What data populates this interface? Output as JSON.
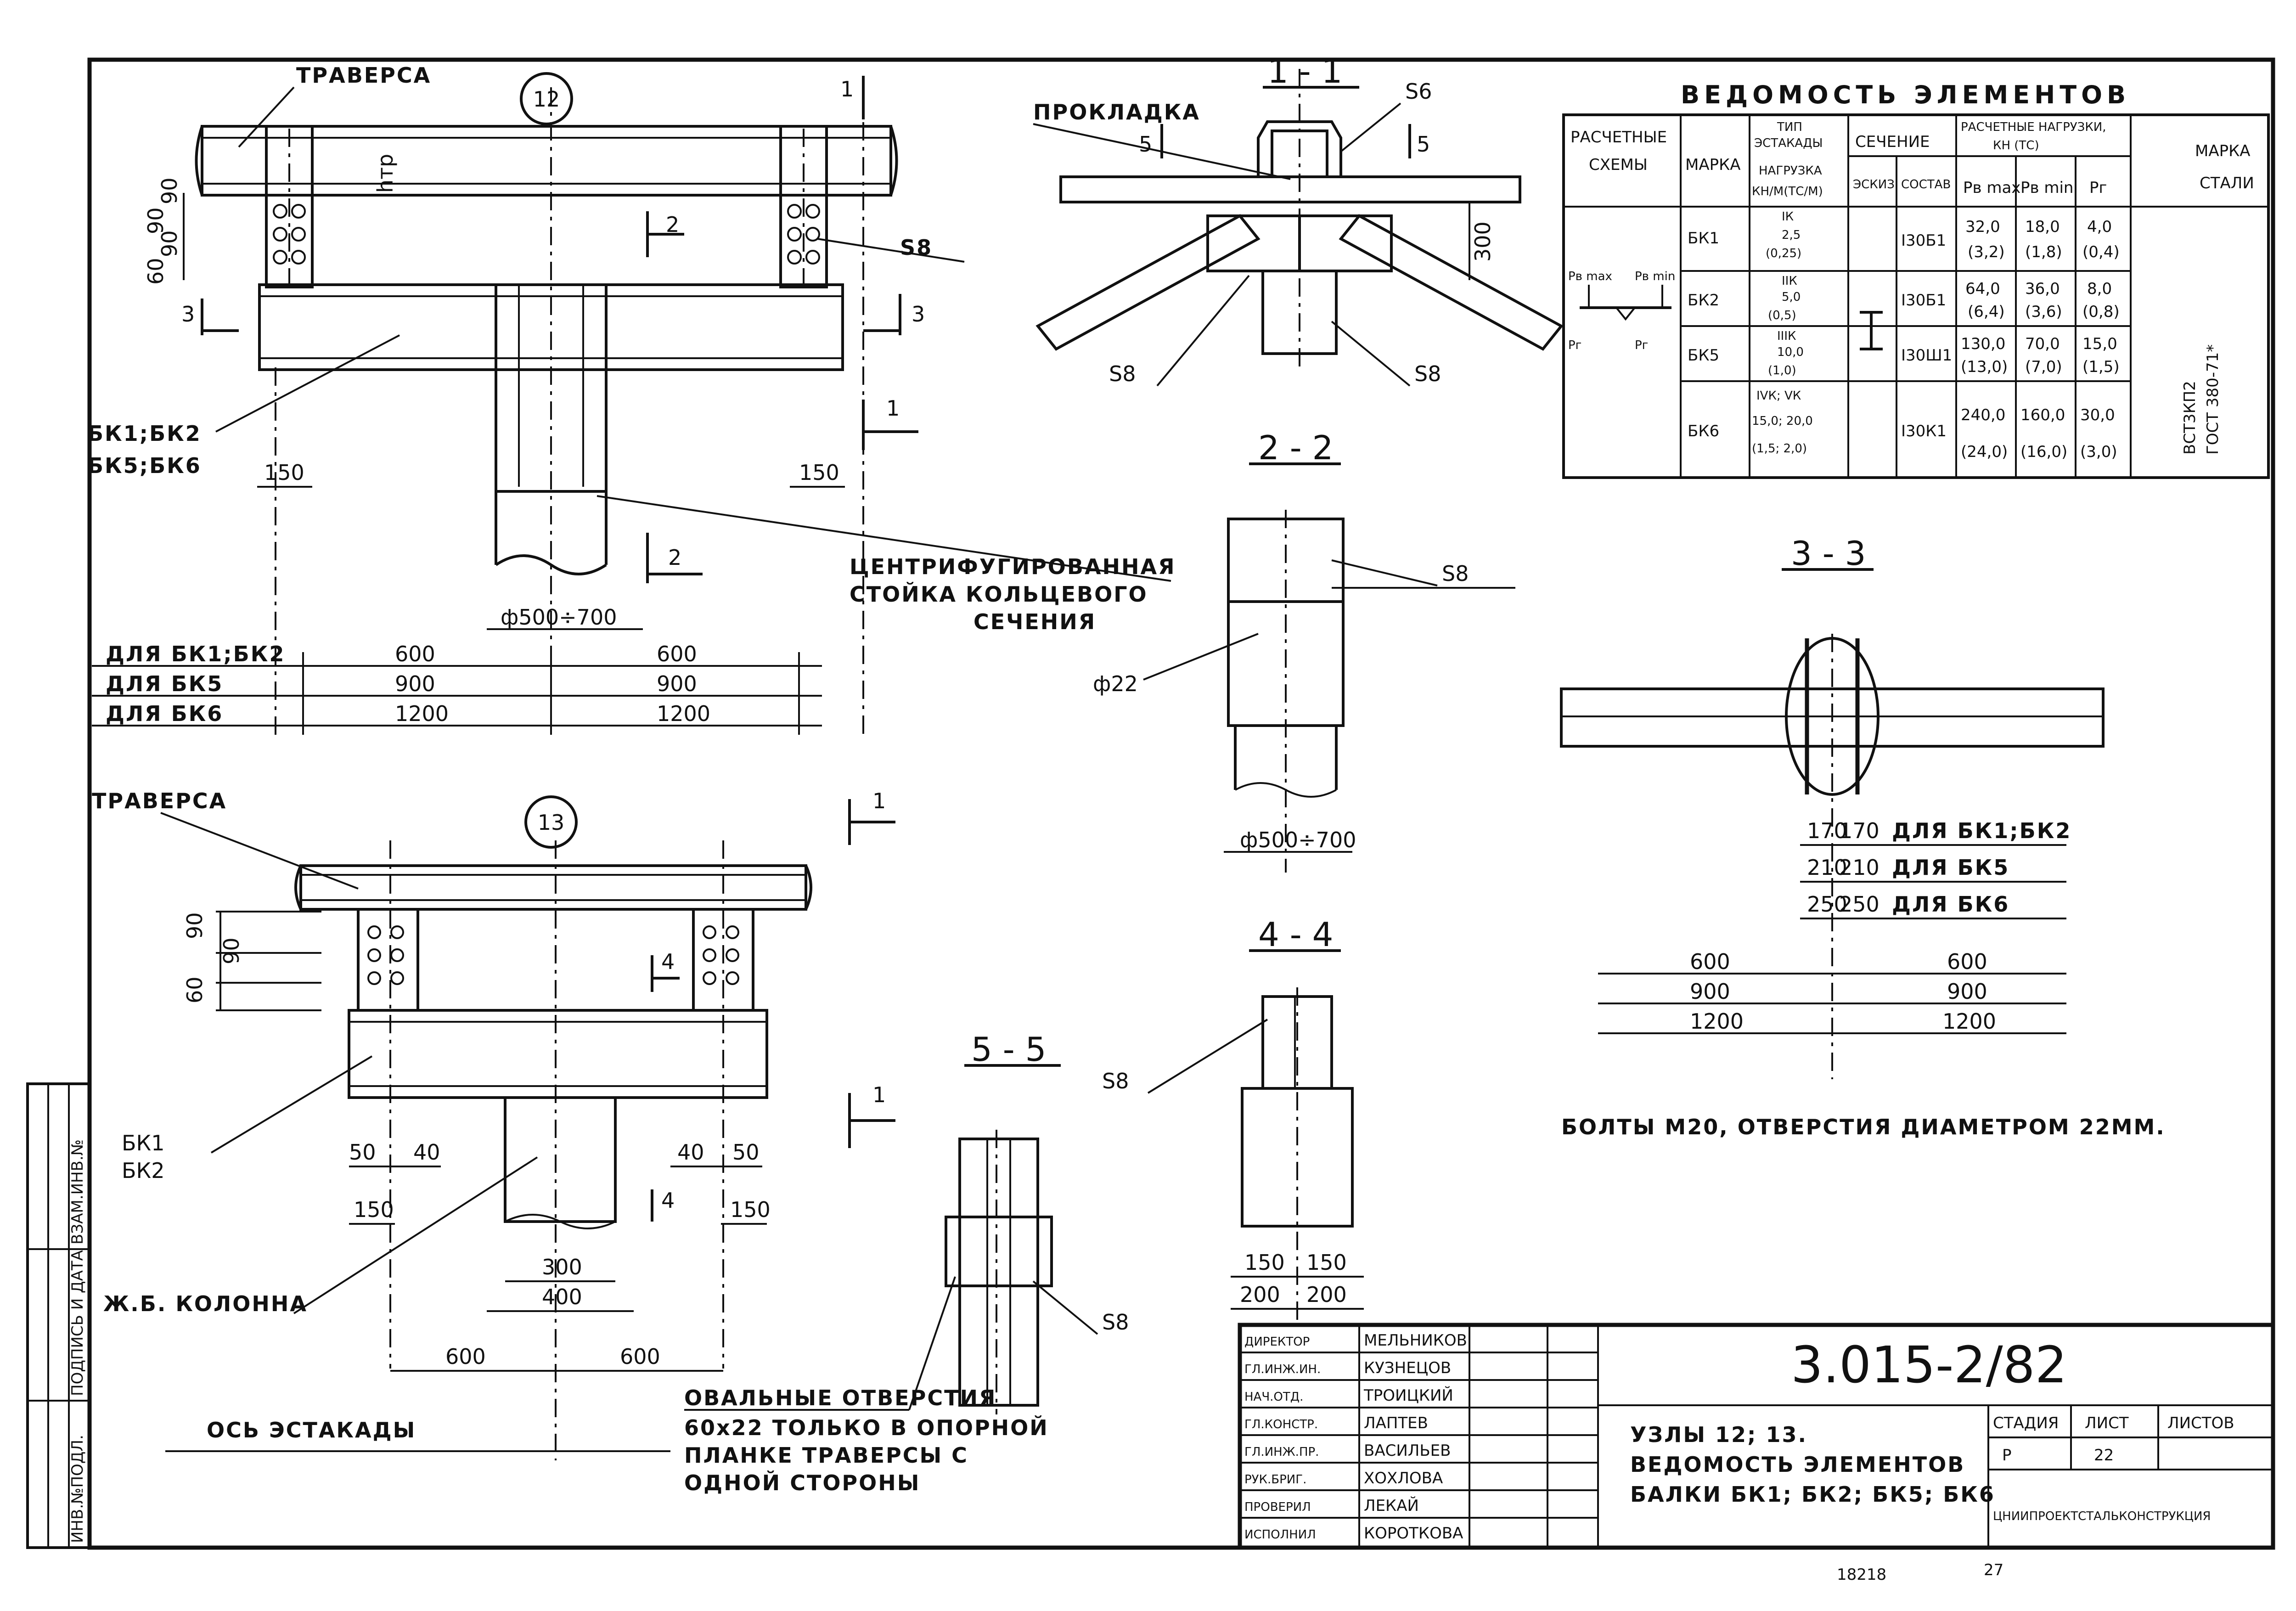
{
  "node12": {
    "number": "12",
    "traversa": "ТРАВЕРСА",
    "beams": [
      "БК1;БК2",
      "БК5;БК6"
    ],
    "column": [
      "ЦЕНТРИФУГИРОВАННАЯ",
      "СТОЙКА КОЛЬЦЕВОГО",
      "СЕЧЕНИЯ"
    ],
    "dia": "ф500÷700",
    "s8": "S8",
    "htr": "hтр",
    "left_vert_dims": [
      "90",
      "90",
      "90",
      "60"
    ],
    "edge_dims": [
      "150",
      "150"
    ],
    "dim_rows": [
      {
        "label": "ДЛЯ БК1;БК2",
        "a": "600",
        "b": "600"
      },
      {
        "label": "ДЛЯ БК5",
        "a": "900",
        "b": "900"
      },
      {
        "label": "ДЛЯ БК6",
        "a": "1200",
        "b": "1200"
      }
    ],
    "section_marks": [
      "1",
      "1",
      "2",
      "2",
      "3",
      "3"
    ]
  },
  "node13": {
    "number": "13",
    "traversa": "ТРАВЕРСА",
    "beams": [
      "БК1",
      "БК2"
    ],
    "column": "Ж.Б. КОЛОННА",
    "axis": "ОСЬ ЭСТАКАДЫ",
    "left_vert_dims": [
      "90",
      "90",
      "60"
    ],
    "dims_small": [
      "50",
      "40",
      "40",
      "50"
    ],
    "edge_dims": [
      "150",
      "150"
    ],
    "col_dims": [
      "300",
      "400"
    ],
    "bottom_dims": [
      "600",
      "600"
    ],
    "section_marks": [
      "1",
      "1",
      "4",
      "4"
    ]
  },
  "sec11": {
    "title": "1 - 1",
    "prokladka": "ПРОКЛАДКА",
    "s6": "S6",
    "s8a": "S8",
    "s8b": "S8",
    "mark5": "5",
    "h300": "300"
  },
  "sec22": {
    "title": "2 - 2",
    "s8": "S8",
    "hole": "ф22",
    "dia": "ф500÷700"
  },
  "sec33": {
    "title": "3 - 3",
    "rows": [
      {
        "a": "170",
        "b": "170",
        "label": "ДЛЯ БК1;БК2"
      },
      {
        "a": "210",
        "b": "210",
        "label": "ДЛЯ БК5"
      },
      {
        "a": "250",
        "b": "250",
        "label": "ДЛЯ БК6"
      }
    ],
    "spans": [
      {
        "a": "600",
        "b": "600"
      },
      {
        "a": "900",
        "b": "900"
      },
      {
        "a": "1200",
        "b": "1200"
      }
    ]
  },
  "sec44": {
    "title": "4 - 4",
    "s8": "S8",
    "dims": [
      {
        "a": "150",
        "b": "150"
      },
      {
        "a": "200",
        "b": "200"
      }
    ]
  },
  "sec55": {
    "title": "5 - 5",
    "s8": "S8",
    "note": [
      "ОВАЛЬНЫЕ ОТВЕРСТИЯ",
      "60х22 ТОЛЬКО В ОПОРНОЙ",
      "ПЛАНКЕ ТРАВЕРСЫ С",
      "ОДНОЙ СТОРОНЫ"
    ]
  },
  "bolts_note": "БОЛТЫ М20, ОТВЕРСТИЯ ДИАМЕТРОМ 22ММ.",
  "schedule": {
    "title": "ВЕДОМОСТЬ ЭЛЕМЕНТОВ",
    "h_schemes": [
      "РАСЧЕТНЫЕ",
      "СХЕМЫ"
    ],
    "h_marka": "МАРКА",
    "h_type": [
      "ТИП",
      "ЭСТАКАДЫ",
      "НАГРУЗКА",
      "КН/М(ТС/М)"
    ],
    "h_section": "СЕЧЕНИЕ",
    "h_sketch": "ЭСКИЗ",
    "h_sostav": "СОСТАВ",
    "h_loads": [
      "РАСЧЕТНЫЕ НАГРУЗКИ,",
      "КН (ТС)"
    ],
    "h_pmax": "Pв max",
    "h_pmin": "Pв min",
    "h_pg": "Pг",
    "h_steel": [
      "МАРКА",
      "СТАЛИ"
    ],
    "scheme_labels": [
      "Pв max",
      "Pв min",
      "Pг",
      "Pг"
    ],
    "steel": [
      "ВСТ3КП2",
      "ГОСТ 380-71*"
    ],
    "rows": [
      {
        "marka": "БК1",
        "type": [
          "IК",
          "2,5",
          "(0,25)"
        ],
        "sostav": "I30Б1",
        "pmax": [
          "32,0",
          "(3,2)"
        ],
        "pmin": [
          "18,0",
          "(1,8)"
        ],
        "pg": [
          "4,0",
          "(0,4)"
        ]
      },
      {
        "marka": "БК2",
        "type": [
          "IIК",
          "5,0",
          "(0,5)"
        ],
        "sostav": "I30Б1",
        "pmax": [
          "64,0",
          "(6,4)"
        ],
        "pmin": [
          "36,0",
          "(3,6)"
        ],
        "pg": [
          "8,0",
          "(0,8)"
        ]
      },
      {
        "marka": "БК5",
        "type": [
          "IIIК",
          "10,0",
          "(1,0)"
        ],
        "sostav": "I30Ш1",
        "pmax": [
          "130,0",
          "(13,0)"
        ],
        "pmin": [
          "70,0",
          "(7,0)"
        ],
        "pg": [
          "15,0",
          "(1,5)"
        ]
      },
      {
        "marka": "БК6",
        "type": [
          "IVК; VК",
          "15,0; 20,0",
          "(1,5; 2,0)"
        ],
        "sostav": "I30К1",
        "pmax": [
          "240,0",
          "(24,0)"
        ],
        "pmin": [
          "160,0",
          "(16,0)"
        ],
        "pg": [
          "30,0",
          "(3,0)"
        ]
      }
    ]
  },
  "titleblock": {
    "code": "3.015-2/82",
    "title": [
      "УЗЛЫ 12; 13.",
      "ВЕДОМОСТЬ ЭЛЕМЕНТОВ",
      "БАЛКИ БК1; БК2; БК5; БК6"
    ],
    "stage_h": "СТАДИЯ",
    "sheet_h": "ЛИСТ",
    "sheets_h": "ЛИСТОВ",
    "stage": "Р",
    "sheet": "22",
    "org": "ЦНИИПРОЕКТСТАЛЬКОНСТРУКЦИЯ",
    "people": [
      {
        "role": "ДИРЕКТОР",
        "name": "МЕЛЬНИКОВ"
      },
      {
        "role": "ГЛ.ИНЖ.ИН.",
        "name": "КУЗНЕЦОВ"
      },
      {
        "role": "НАЧ.ОТД.",
        "name": "ТРОИЦКИЙ"
      },
      {
        "role": "ГЛ.КОНСТР.",
        "name": "ЛАПТЕВ"
      },
      {
        "role": "ГЛ.ИНЖ.ПР.",
        "name": "ВАСИЛЬЕВ"
      },
      {
        "role": "РУК.БРИГ.",
        "name": "ХОХЛОВА"
      },
      {
        "role": "ПРОВЕРИЛ",
        "name": "ЛЕКАЙ"
      },
      {
        "role": "ИСПОЛНИЛ",
        "name": "КОРОТКОВА"
      }
    ]
  },
  "side_stamp": [
    "ИНВ.№ПОДЛ.",
    "ПОДПИСЬ И ДАТА",
    "ВЗАМ.ИНВ.№"
  ],
  "footer": {
    "inv": "18218",
    "page": "27"
  }
}
